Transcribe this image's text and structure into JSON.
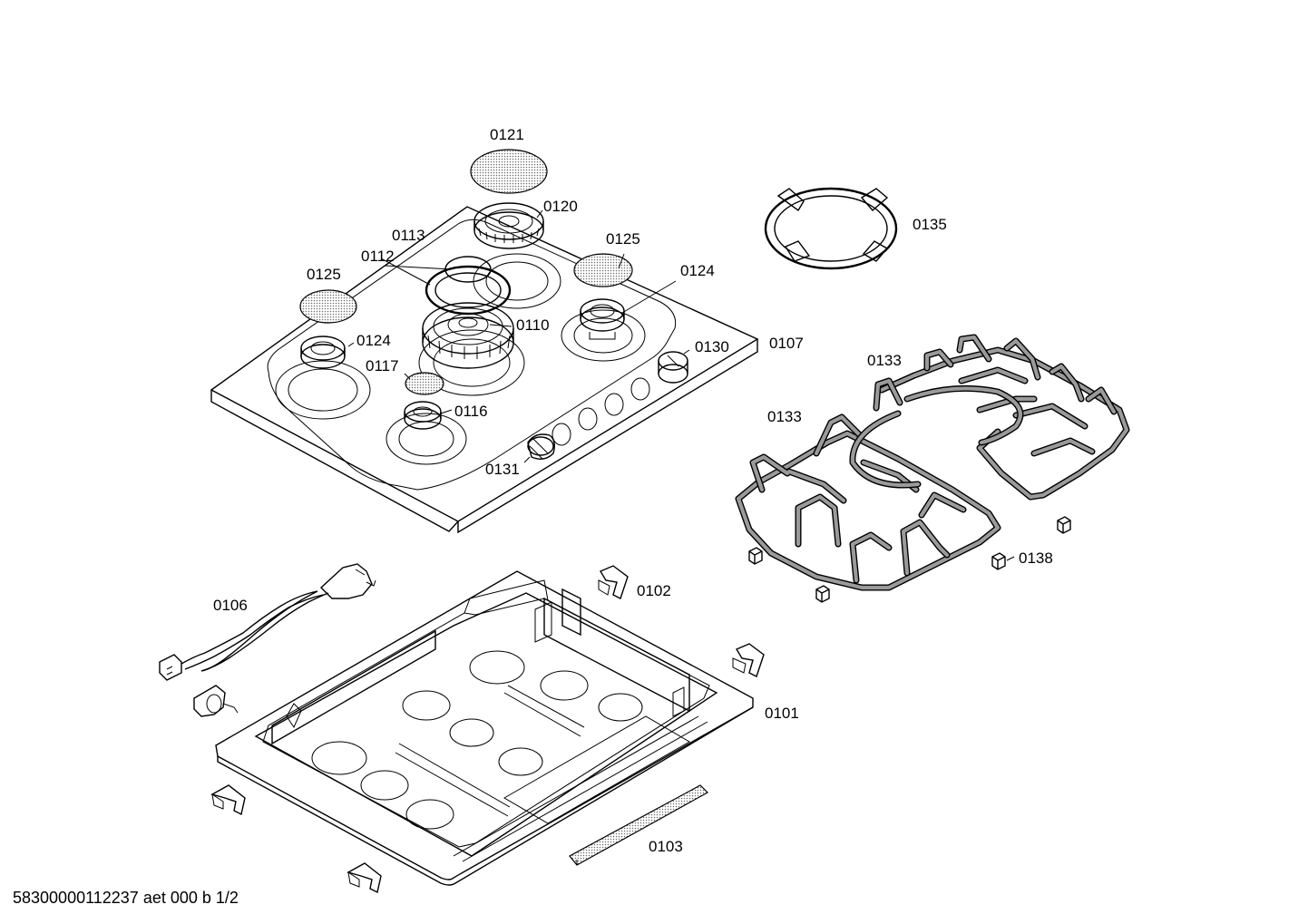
{
  "labels": {
    "p0121": "0121",
    "p0120": "0120",
    "p0113": "0113",
    "p0112": "0112",
    "p0125a": "0125",
    "p0125b": "0125",
    "p0124a": "0124",
    "p0124b": "0124",
    "p0110": "0110",
    "p0117": "0117",
    "p0116": "0116",
    "p0130": "0130",
    "p0131": "0131",
    "p0107": "0107",
    "p0135": "0135",
    "p0133a": "0133",
    "p0133b": "0133",
    "p0138": "0138",
    "p0102": "0102",
    "p0106": "0106",
    "p0101": "0101",
    "p0103": "0103"
  },
  "footer": "58300000112237 aet 000 b 1/2"
}
